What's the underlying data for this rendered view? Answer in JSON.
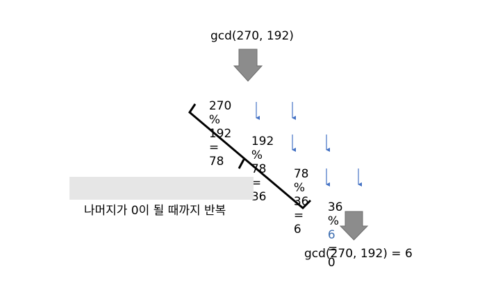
{
  "start_expr": "gcd(270, 192)",
  "steps": [
    {
      "a": "270",
      "b": "192",
      "r": "78"
    },
    {
      "a": "192",
      "b": "78",
      "r": "36"
    },
    {
      "a": "78",
      "b": "36",
      "r": "6"
    },
    {
      "a": "36",
      "b": "6",
      "r": "0"
    }
  ],
  "mod_op": "%",
  "eq_op": "=",
  "note": "나머지가 0이 될 때까지 반복",
  "result_expr": "gcd(270, 192) = 6",
  "colors": {
    "highlight": "#3c6db0",
    "small_arrow": "#4472c4",
    "big_arrow_fill": "#8c8c8c",
    "big_arrow_stroke": "#6b6b6b",
    "note_bg": "#e6e6e6"
  }
}
